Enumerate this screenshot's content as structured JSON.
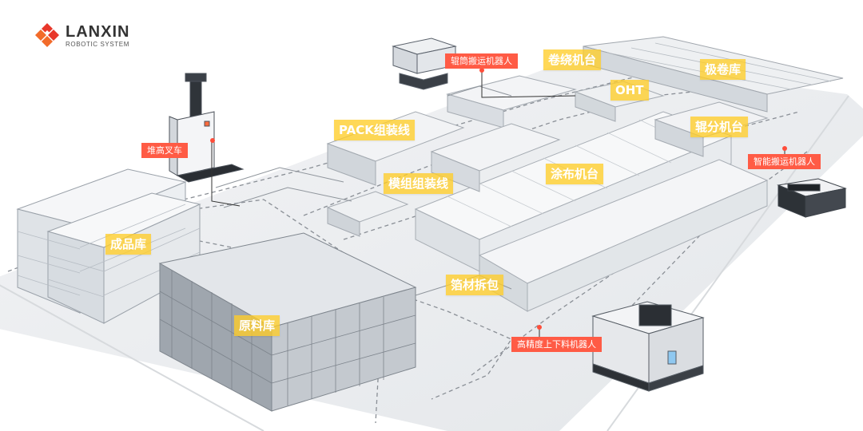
{
  "brand": {
    "name": "LANXIN",
    "tagline": "ROBOTIC SYSTEM",
    "colors": {
      "logo_red": "#e8372a",
      "logo_orange": "#f26b2a"
    }
  },
  "zones": [
    {
      "id": "finished-goods",
      "label": "成品库"
    },
    {
      "id": "raw-material",
      "label": "原料库"
    },
    {
      "id": "pack-line",
      "label": "PACK组装线"
    },
    {
      "id": "module-line",
      "label": "模组组装线"
    },
    {
      "id": "coating",
      "label": "涂布机台"
    },
    {
      "id": "foil-unpack",
      "label": "箔材拆包"
    },
    {
      "id": "winding",
      "label": "卷绕机台"
    },
    {
      "id": "oht",
      "label": "OHT"
    },
    {
      "id": "pole-roll-store",
      "label": "极卷库"
    },
    {
      "id": "slitting",
      "label": "辊分机台"
    }
  ],
  "robots": [
    {
      "id": "stacker-forklift",
      "label": "堆高叉车"
    },
    {
      "id": "roller-robot",
      "label": "辊筒搬运机器人"
    },
    {
      "id": "smart-transport",
      "label": "智能搬运机器人"
    },
    {
      "id": "precision-loader",
      "label": "高精度上下料机器人"
    }
  ],
  "colors": {
    "zone_label_bg": "#ffcd28",
    "robot_label_bg": "#ff5b45",
    "floor": "#eef0f2",
    "rack": "#b9bfc7",
    "connector": "#333333"
  }
}
